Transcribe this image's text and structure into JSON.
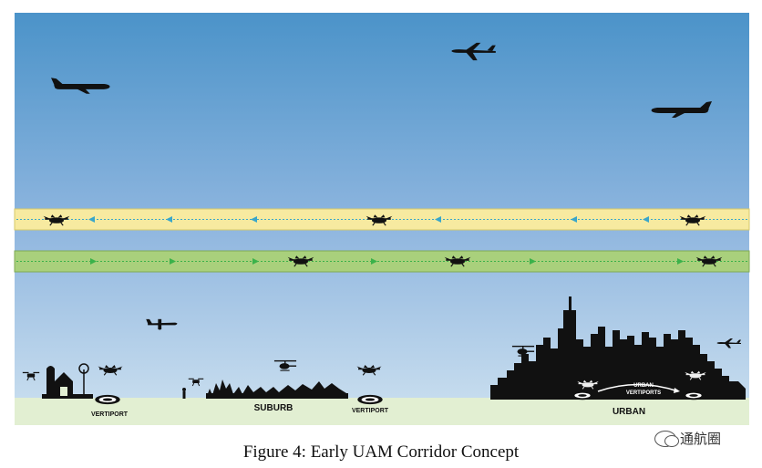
{
  "figure": {
    "caption": "Figure 4: Early UAM Corridor Concept"
  },
  "labels": {
    "vertiport_rural": "VERTIPORT",
    "suburb": "SUBURB",
    "vertiport_suburb": "VERTIPORT",
    "urban": "URBAN",
    "urban_vertiports_line1": "URBAN",
    "urban_vertiports_line2": "VERTIPORTS"
  },
  "watermark": {
    "text": "通航圈"
  },
  "colors": {
    "sky_top": "#4b93c9",
    "sky_bottom": "#c6dcee",
    "ground": "#e2efd2",
    "corridor_westbound": "#f7eaa0",
    "corridor_eastbound": "#a9d07c",
    "arrow_westbound": "#3aa6c9",
    "arrow_eastbound": "#3bb24a",
    "silhouette": "#111111"
  },
  "icons": {
    "airliner": "airliner-icon",
    "business_jet": "business-jet-icon",
    "evtol": "evtol-icon",
    "helicopter": "helicopter-icon",
    "drone": "drone-icon",
    "small_plane": "small-plane-icon"
  }
}
